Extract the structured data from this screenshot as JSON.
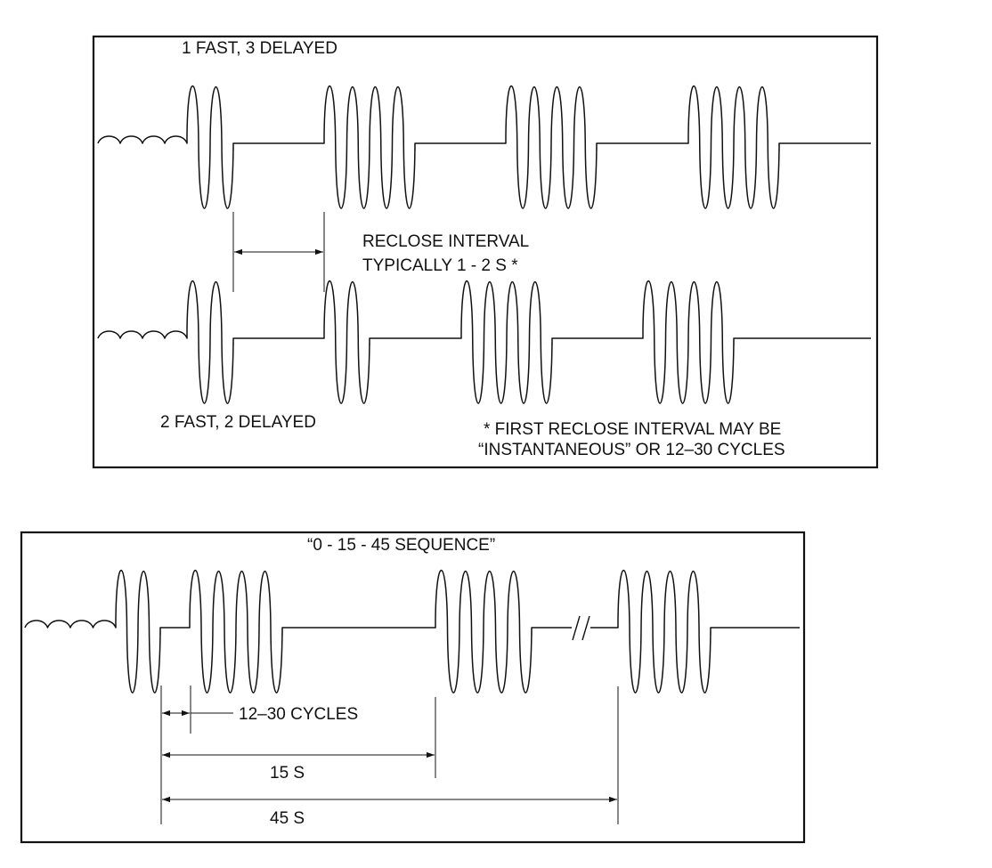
{
  "panel_top": {
    "label_1fast": "1 FAST, 3 DELAYED",
    "label_2fast": "2 FAST, 2 DELAYED",
    "reclose_line1": "RECLOSE INTERVAL",
    "reclose_line2": "TYPICALLY 1 - 2 S *",
    "footnote_line1": "* FIRST RECLOSE INTERVAL MAY BE",
    "footnote_line2": "“INSTANTANEOUS” OR 12–30 CYCLES"
  },
  "panel_bottom": {
    "title": "“0 - 15 - 45 SEQUENCE”",
    "dim_cycles": "12–30 CYCLES",
    "dim_15": "15  S",
    "dim_45": "45  S"
  }
}
